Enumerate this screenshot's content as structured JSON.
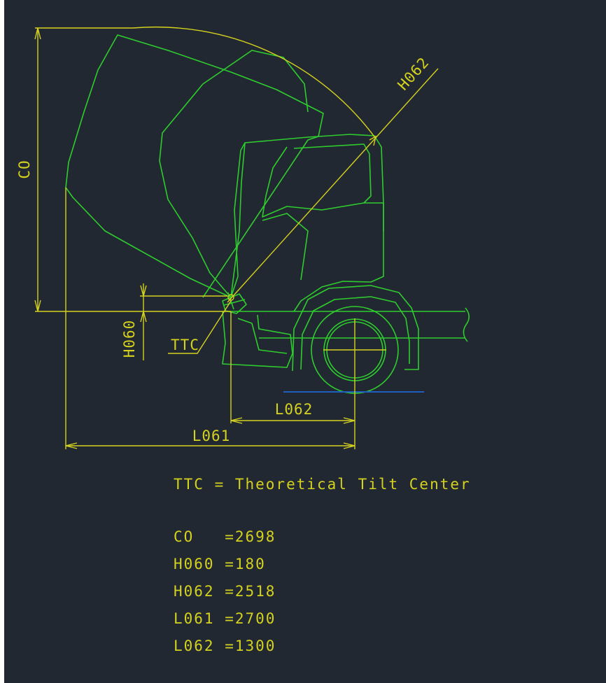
{
  "diagram": {
    "dimension_labels": {
      "co": "CO",
      "h060": "H060",
      "h062": "H062",
      "l061": "L061",
      "l062": "L062",
      "ttc": "TTC"
    },
    "legend": {
      "definition": "TTC = Theoretical Tilt Center",
      "values": [
        {
          "key": "CO",
          "text": "CO   =2698"
        },
        {
          "key": "H060",
          "text": "H060 =180"
        },
        {
          "key": "H062",
          "text": "H062 =2518"
        },
        {
          "key": "L061",
          "text": "L061 =2700"
        },
        {
          "key": "L062",
          "text": "L062 =1300"
        }
      ]
    },
    "colors": {
      "background": "#222831",
      "dimension": "#d4d21e",
      "outline": "#2ecc2e",
      "ground": "#1f5fc0"
    }
  }
}
